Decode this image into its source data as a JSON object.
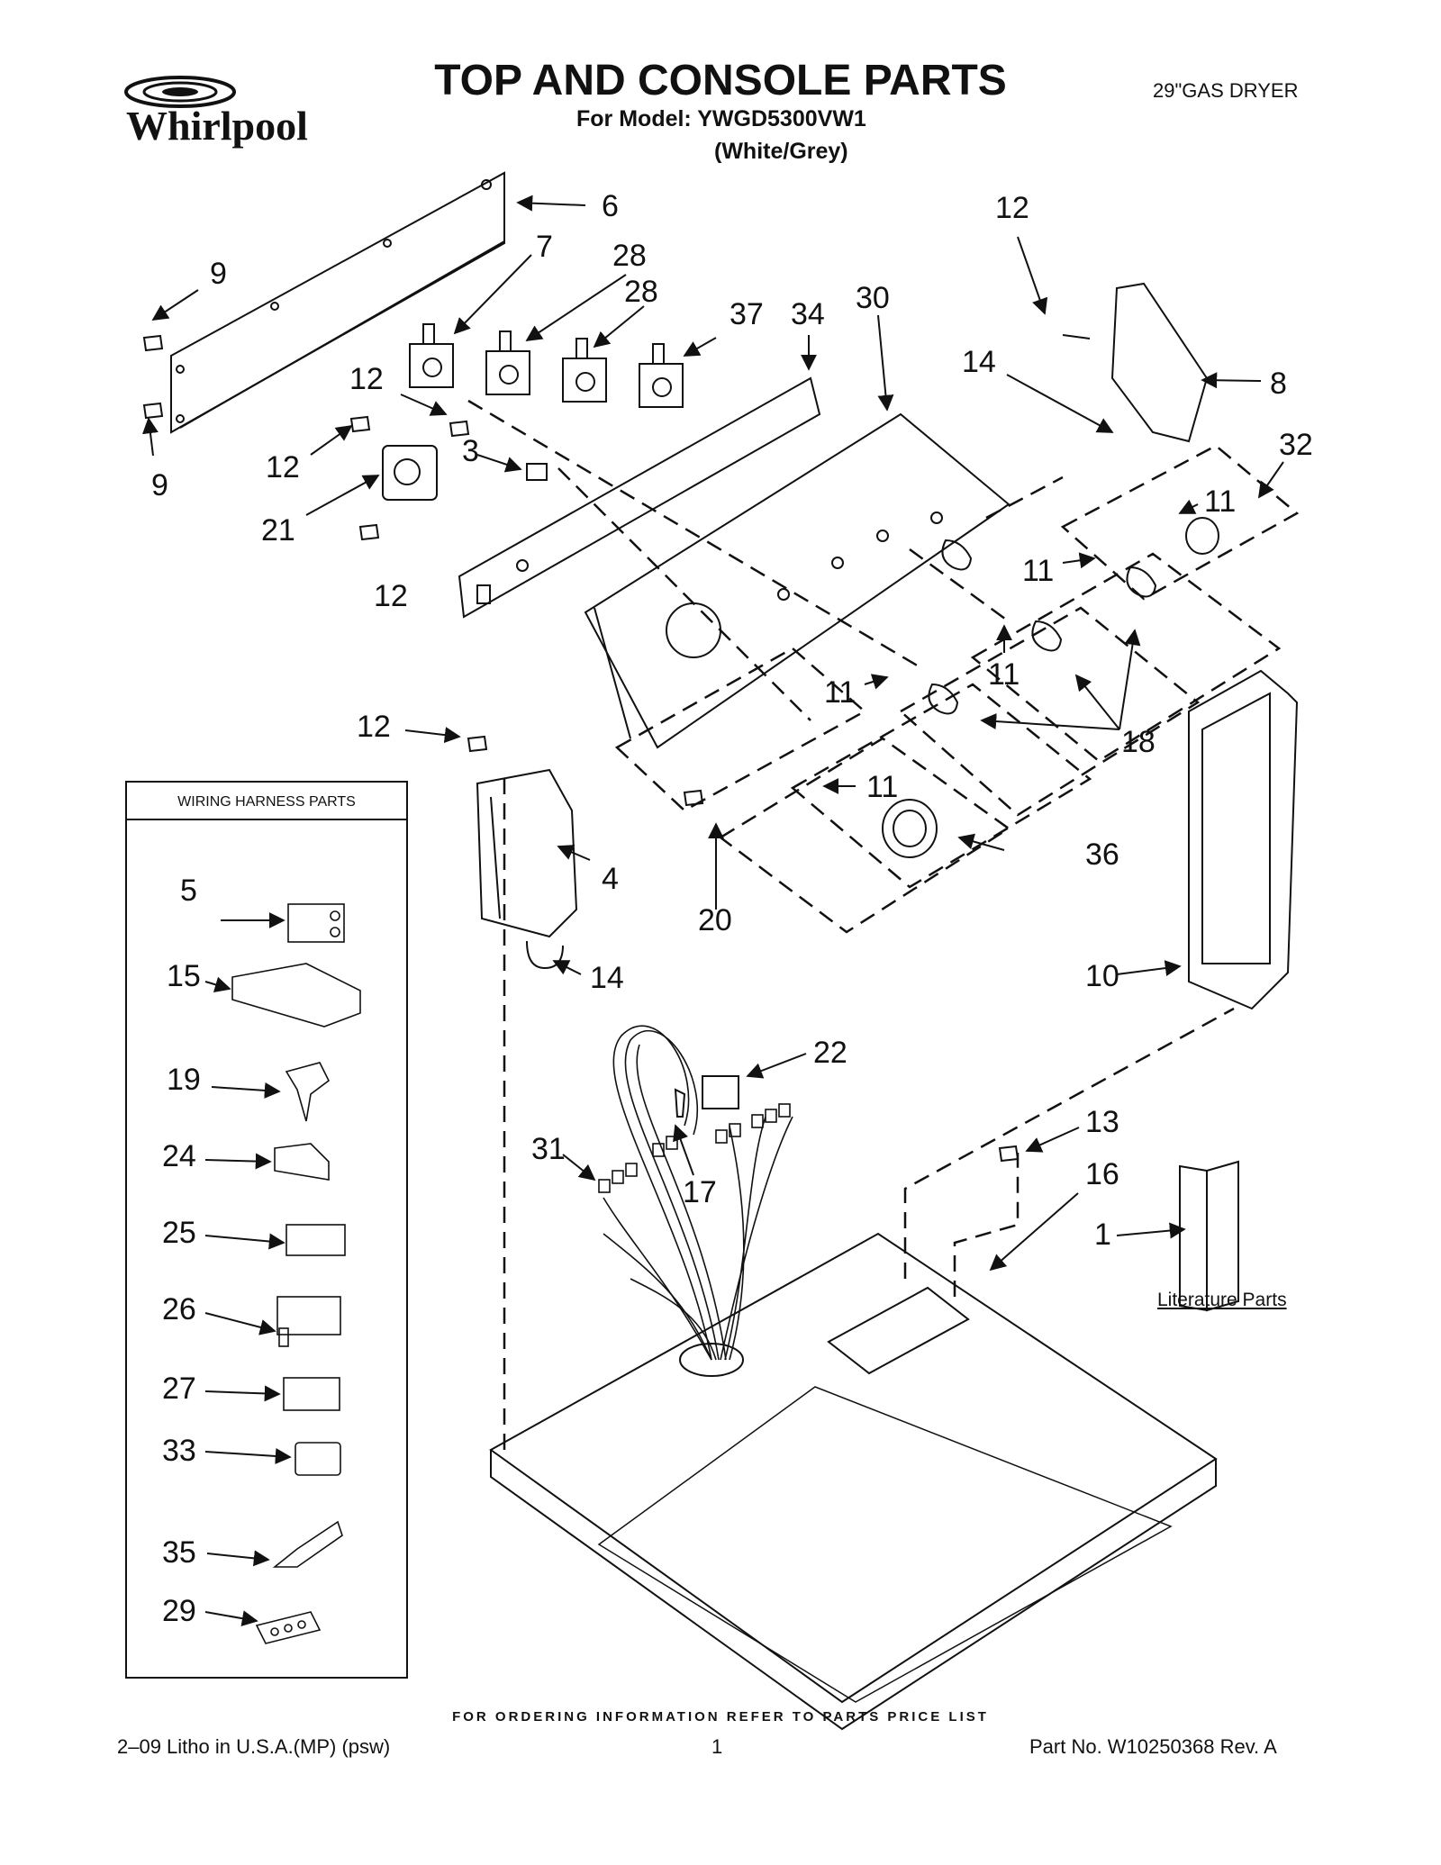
{
  "header": {
    "brand": "Whirlpool",
    "title": "TOP AND CONSOLE PARTS",
    "model_line": "For Model: YWGD5300VW1",
    "color_line": "(White/Grey)",
    "product": "29\"GAS DRYER"
  },
  "harness_box": {
    "title": "WIRING HARNESS PARTS"
  },
  "literature_label": "Literature Parts",
  "callouts": {
    "c6": "6",
    "c9a": "9",
    "c9b": "9",
    "c7": "7",
    "c28a": "28",
    "c28b": "28",
    "c37": "37",
    "c34": "34",
    "c30": "30",
    "c12top": "12",
    "c8": "8",
    "c14top": "14",
    "c32": "32",
    "c11a": "11",
    "c11b": "11",
    "c11c": "11",
    "c11d": "11",
    "c11e": "11",
    "c12a": "12",
    "c12b": "12",
    "c3": "3",
    "c21": "21",
    "c12c": "12",
    "c18": "18",
    "c12d": "12",
    "c4": "4",
    "c20": "20",
    "c36": "36",
    "c10": "10",
    "c14b": "14",
    "c22": "22",
    "c31": "31",
    "c17": "17",
    "c13": "13",
    "c16": "16",
    "c1": "1",
    "h5": "5",
    "h15": "15",
    "h19": "19",
    "h24": "24",
    "h25": "25",
    "h26": "26",
    "h27": "27",
    "h33": "33",
    "h35": "35",
    "h29": "29"
  },
  "footer": {
    "ordering": "FOR ORDERING INFORMATION REFER TO PARTS PRICE LIST",
    "litho": "2–09 Litho in U.S.A.(MP) (psw)",
    "page": "1",
    "part_no": "Part No. W10250368 Rev. A"
  }
}
